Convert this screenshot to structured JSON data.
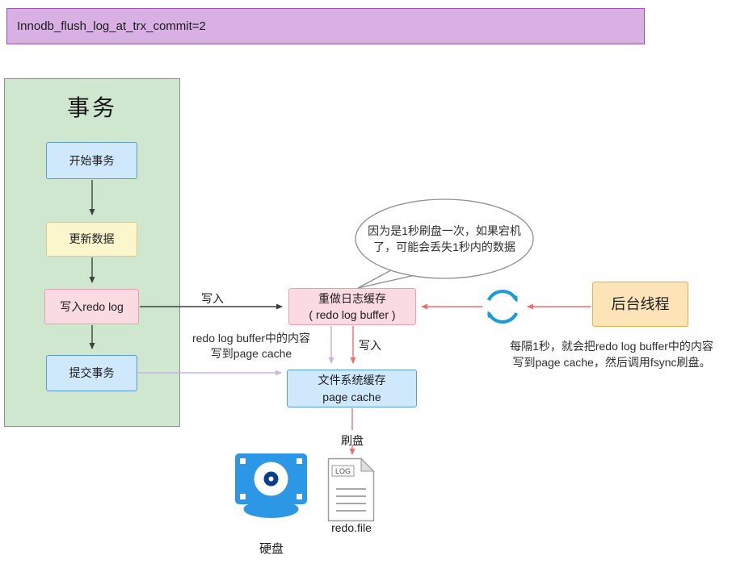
{
  "banner": {
    "label": "Innodb_flush_log_at_trx_commit=2"
  },
  "transaction": {
    "title": "事务",
    "steps": [
      {
        "label": "开始事务"
      },
      {
        "label": "更新数据"
      },
      {
        "label": "写入redo log"
      },
      {
        "label": "提交事务"
      }
    ]
  },
  "nodes": {
    "redo_log_buffer": {
      "line1": "重做日志缓存",
      "line2": "( redo log buffer )"
    },
    "page_cache": {
      "line1": "文件系统缓存",
      "line2": "page cache"
    },
    "background_thread": {
      "label": "后台线程"
    }
  },
  "speech_bubble": {
    "line1": "因为是1秒刷盘一次，如果宕机",
    "line2": "了，可能会丢失1秒内的数据"
  },
  "edge_labels": {
    "write_to_buffer": "写入",
    "write_to_cache": "写入",
    "flush_disk": "刷盘",
    "commit_note_line1": "redo log buffer中的内容",
    "commit_note_line2": "写到page cache"
  },
  "side_note": {
    "line1": "每隔1秒，就会把redo log buffer中的内容",
    "line2": "写到page cache，然后调用fsync刷盘。"
  },
  "icons": {
    "disk_label": "硬盘",
    "file_label": "redo.file",
    "log_badge": "LOG"
  },
  "colors": {
    "banner_fill": "#d8b0e3",
    "banner_border": "#9a55b0",
    "panel_fill": "#cfe7cf",
    "blue_fill": "#cfe8fb",
    "blue_border": "#5b9bd5",
    "yellow_fill": "#fcf6cd",
    "pink_fill": "#fbdbe2",
    "orange_fill": "#fce4b8",
    "arrow_dark": "#3f3f3f",
    "arrow_red": "#ef6f6f",
    "arrow_purple": "#ccb3e8",
    "icon_blue": "#2b97e5",
    "refresh_blue": "#1d9bd7"
  }
}
